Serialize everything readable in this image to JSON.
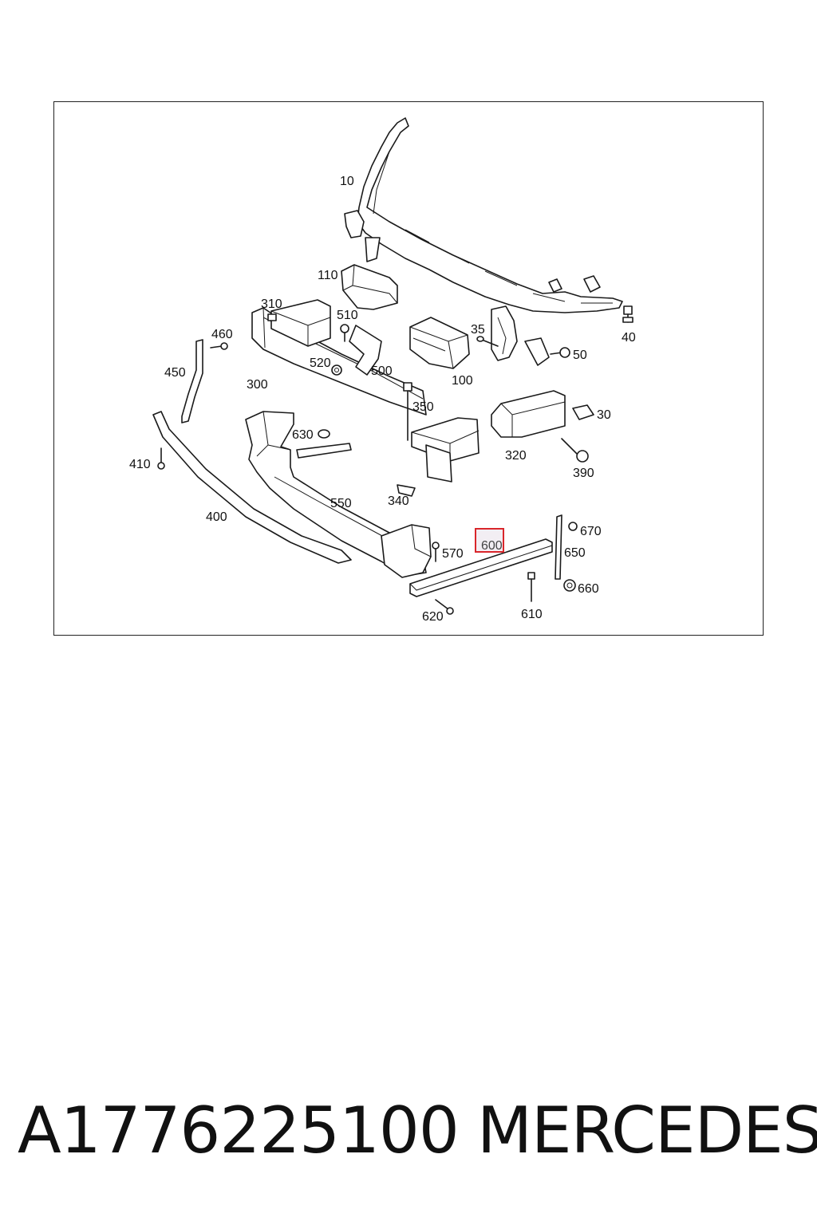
{
  "diagram": {
    "callouts": {
      "c10": "10",
      "c110": "110",
      "c310": "310",
      "c510": "510",
      "c460": "460",
      "c35": "35",
      "c40": "40",
      "c50": "50",
      "c520": "520",
      "c500": "500",
      "c100": "100",
      "c450": "450",
      "c300": "300",
      "c350": "350",
      "c30": "30",
      "c630": "630",
      "c320": "320",
      "c410": "410",
      "c390": "390",
      "c550": "550",
      "c340": "340",
      "c400": "400",
      "c670": "670",
      "c600": "600",
      "c570": "570",
      "c650": "650",
      "c660": "660",
      "c620": "620",
      "c610": "610"
    },
    "highlighted_callout": "600",
    "highlight_color": "#d9262b"
  },
  "footer": {
    "part_number": "A1776225100",
    "brand": "MERCEDES"
  }
}
